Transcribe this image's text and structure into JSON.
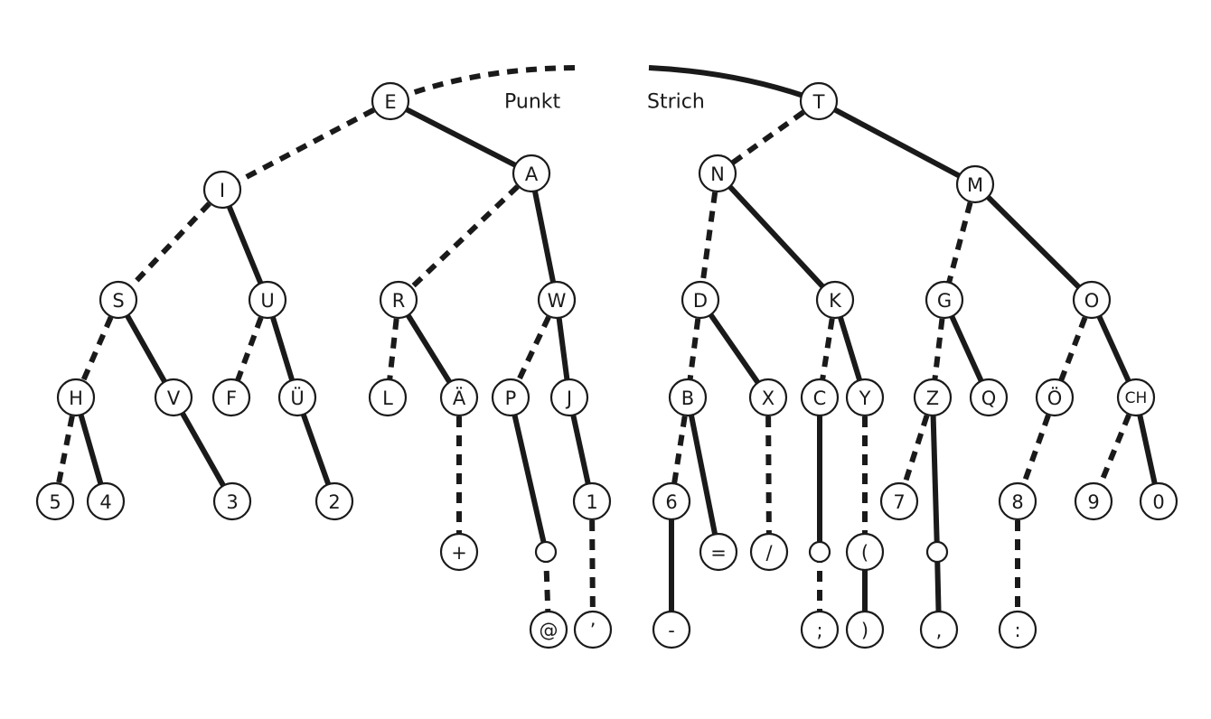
{
  "legend": {
    "dot_label": "Punkt",
    "dash_label": "Strich"
  },
  "nodes": [
    {
      "id": "E",
      "label": "E"
    },
    {
      "id": "T",
      "label": "T"
    },
    {
      "id": "I",
      "label": "I"
    },
    {
      "id": "A",
      "label": "A"
    },
    {
      "id": "N",
      "label": "N"
    },
    {
      "id": "M",
      "label": "M"
    },
    {
      "id": "S",
      "label": "S"
    },
    {
      "id": "U",
      "label": "U"
    },
    {
      "id": "R",
      "label": "R"
    },
    {
      "id": "W",
      "label": "W"
    },
    {
      "id": "D",
      "label": "D"
    },
    {
      "id": "K",
      "label": "K"
    },
    {
      "id": "G",
      "label": "G"
    },
    {
      "id": "O",
      "label": "O"
    },
    {
      "id": "H",
      "label": "H"
    },
    {
      "id": "V",
      "label": "V"
    },
    {
      "id": "F",
      "label": "F"
    },
    {
      "id": "UE",
      "label": "Ü"
    },
    {
      "id": "L",
      "label": "L"
    },
    {
      "id": "AE",
      "label": "Ä"
    },
    {
      "id": "P",
      "label": "P"
    },
    {
      "id": "J",
      "label": "J"
    },
    {
      "id": "B",
      "label": "B"
    },
    {
      "id": "X",
      "label": "X"
    },
    {
      "id": "C",
      "label": "C"
    },
    {
      "id": "Y",
      "label": "Y"
    },
    {
      "id": "Z",
      "label": "Z"
    },
    {
      "id": "Q",
      "label": "Q"
    },
    {
      "id": "OE",
      "label": "Ö"
    },
    {
      "id": "CH",
      "label": "CH"
    },
    {
      "id": "n5",
      "label": "5"
    },
    {
      "id": "n4",
      "label": "4"
    },
    {
      "id": "n3",
      "label": "3"
    },
    {
      "id": "n2",
      "label": "2"
    },
    {
      "id": "n1",
      "label": "1"
    },
    {
      "id": "n6",
      "label": "6"
    },
    {
      "id": "n7",
      "label": "7"
    },
    {
      "id": "n8",
      "label": "8"
    },
    {
      "id": "n9",
      "label": "9"
    },
    {
      "id": "n0",
      "label": "0"
    },
    {
      "id": "plus",
      "label": "+"
    },
    {
      "id": "eq",
      "label": "="
    },
    {
      "id": "slash",
      "label": "/"
    },
    {
      "id": "lparen",
      "label": "("
    },
    {
      "id": "at",
      "label": "@"
    },
    {
      "id": "apos",
      "label": "’"
    },
    {
      "id": "minus",
      "label": "-"
    },
    {
      "id": "semi",
      "label": ";"
    },
    {
      "id": "rparen",
      "label": ")"
    },
    {
      "id": "comma",
      "label": ","
    },
    {
      "id": "colon",
      "label": ":"
    },
    {
      "id": "pw",
      "label": ""
    },
    {
      "id": "pc",
      "label": ""
    },
    {
      "id": "pz",
      "label": ""
    }
  ],
  "edges": [
    {
      "from": "E",
      "to": "I",
      "signal": "dot"
    },
    {
      "from": "E",
      "to": "A",
      "signal": "dash"
    },
    {
      "from": "T",
      "to": "N",
      "signal": "dot"
    },
    {
      "from": "T",
      "to": "M",
      "signal": "dash"
    },
    {
      "from": "I",
      "to": "S",
      "signal": "dot"
    },
    {
      "from": "I",
      "to": "U",
      "signal": "dash"
    },
    {
      "from": "A",
      "to": "R",
      "signal": "dot"
    },
    {
      "from": "A",
      "to": "W",
      "signal": "dash"
    },
    {
      "from": "N",
      "to": "D",
      "signal": "dot"
    },
    {
      "from": "N",
      "to": "K",
      "signal": "dash"
    },
    {
      "from": "M",
      "to": "G",
      "signal": "dot"
    },
    {
      "from": "M",
      "to": "O",
      "signal": "dash"
    },
    {
      "from": "S",
      "to": "H",
      "signal": "dot"
    },
    {
      "from": "S",
      "to": "V",
      "signal": "dash"
    },
    {
      "from": "U",
      "to": "F",
      "signal": "dot"
    },
    {
      "from": "U",
      "to": "UE",
      "signal": "dash"
    },
    {
      "from": "R",
      "to": "L",
      "signal": "dot"
    },
    {
      "from": "R",
      "to": "AE",
      "signal": "dash"
    },
    {
      "from": "W",
      "to": "P",
      "signal": "dot"
    },
    {
      "from": "W",
      "to": "J",
      "signal": "dash"
    },
    {
      "from": "D",
      "to": "B",
      "signal": "dot"
    },
    {
      "from": "D",
      "to": "X",
      "signal": "dash"
    },
    {
      "from": "K",
      "to": "C",
      "signal": "dot"
    },
    {
      "from": "K",
      "to": "Y",
      "signal": "dash"
    },
    {
      "from": "G",
      "to": "Z",
      "signal": "dot"
    },
    {
      "from": "G",
      "to": "Q",
      "signal": "dash"
    },
    {
      "from": "O",
      "to": "OE",
      "signal": "dot"
    },
    {
      "from": "O",
      "to": "CH",
      "signal": "dash"
    },
    {
      "from": "H",
      "to": "n5",
      "signal": "dot"
    },
    {
      "from": "H",
      "to": "n4",
      "signal": "dash"
    },
    {
      "from": "V",
      "to": "n3",
      "signal": "dash"
    },
    {
      "from": "UE",
      "to": "n2",
      "signal": "dash"
    },
    {
      "from": "AE",
      "to": "plus",
      "signal": "dot"
    },
    {
      "from": "P",
      "to": "pw",
      "signal": "dash"
    },
    {
      "from": "pw",
      "to": "at",
      "signal": "dot"
    },
    {
      "from": "J",
      "to": "n1",
      "signal": "dash"
    },
    {
      "from": "n1",
      "to": "apos",
      "signal": "dot"
    },
    {
      "from": "B",
      "to": "n6",
      "signal": "dot"
    },
    {
      "from": "B",
      "to": "eq",
      "signal": "dash"
    },
    {
      "from": "n6",
      "to": "minus",
      "signal": "dash"
    },
    {
      "from": "X",
      "to": "slash",
      "signal": "dot"
    },
    {
      "from": "C",
      "to": "pc",
      "signal": "dash"
    },
    {
      "from": "pc",
      "to": "semi",
      "signal": "dot"
    },
    {
      "from": "Y",
      "to": "lparen",
      "signal": "dot"
    },
    {
      "from": "lparen",
      "to": "rparen",
      "signal": "dash"
    },
    {
      "from": "Z",
      "to": "n7",
      "signal": "dot"
    },
    {
      "from": "Z",
      "to": "pz",
      "signal": "dash"
    },
    {
      "from": "pz",
      "to": "comma",
      "signal": "dash"
    },
    {
      "from": "OE",
      "to": "n8",
      "signal": "dot"
    },
    {
      "from": "n8",
      "to": "colon",
      "signal": "dot"
    },
    {
      "from": "CH",
      "to": "n9",
      "signal": "dot"
    },
    {
      "from": "CH",
      "to": "n0",
      "signal": "dash"
    }
  ]
}
